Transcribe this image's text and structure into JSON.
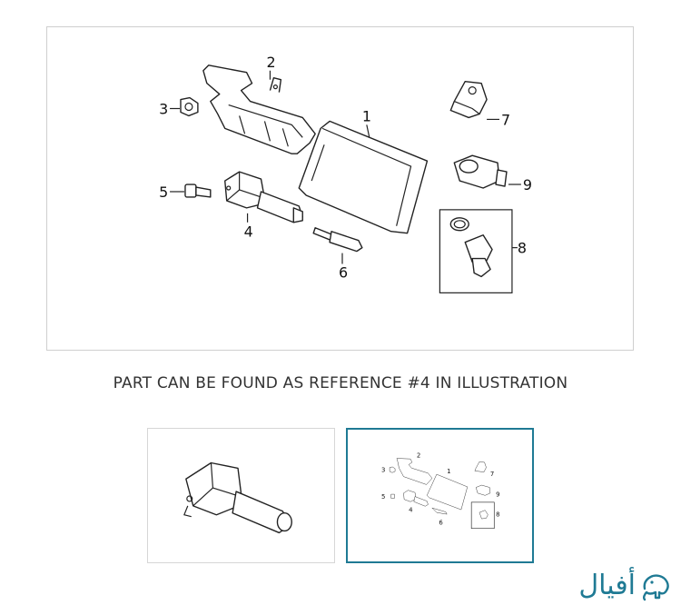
{
  "diagram": {
    "callouts": [
      "1",
      "2",
      "3",
      "4",
      "5",
      "6",
      "7",
      "8",
      "9"
    ]
  },
  "caption": "PART CAN BE FOUND AS REFERENCE #4 IN ILLUSTRATION",
  "thumbnails": {
    "selected_index": 1
  },
  "logo": {
    "text": "أفيال",
    "icon": "elephant-icon",
    "color": "#1f7a94"
  }
}
